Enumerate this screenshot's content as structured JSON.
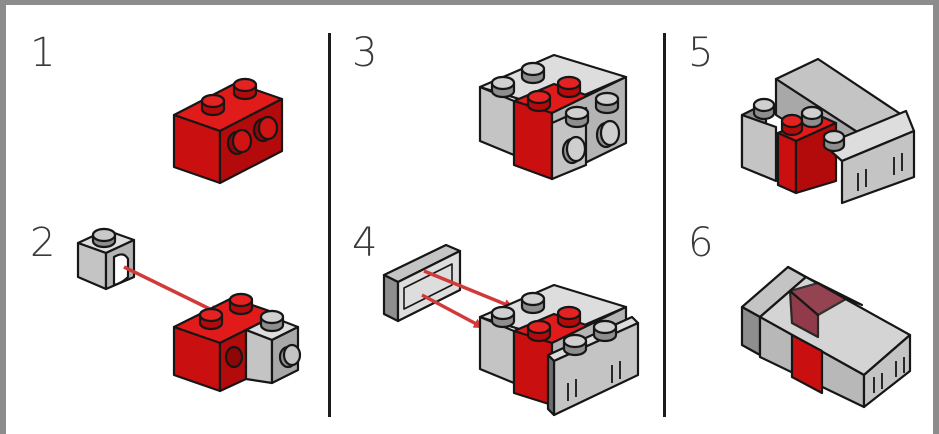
{
  "steps": [
    {
      "number": "1"
    },
    {
      "number": "2"
    },
    {
      "number": "3"
    },
    {
      "number": "4"
    },
    {
      "number": "5"
    },
    {
      "number": "6"
    }
  ],
  "colors": {
    "red": "#c90f0f",
    "red_top": "#e11a1a",
    "red_dark": "#8e0707",
    "gray": "#c4c4c4",
    "gray_light": "#dddddd",
    "gray_dark": "#8e8e8e",
    "outline": "#161616",
    "arrow": "#d23a3a",
    "transparent_red": "#8a2a3a"
  },
  "icons": [
    "red-1x2-brick-icon",
    "gray-1x1-headlight-brick-icon",
    "red-pointer-arrow-icon",
    "gray-tile-plate-icon",
    "roof-slope-icon"
  ]
}
